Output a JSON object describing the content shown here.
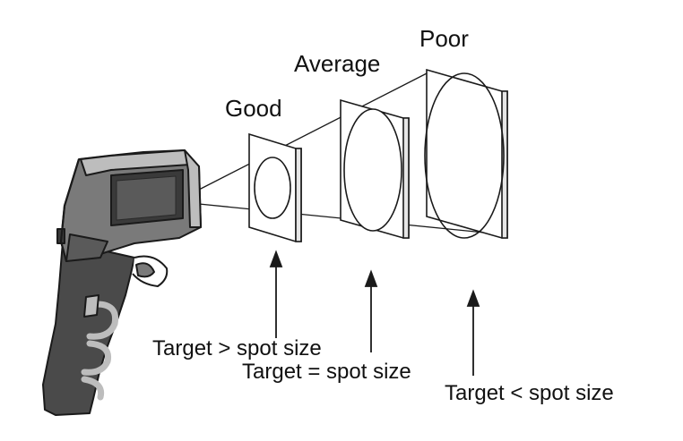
{
  "diagram": {
    "quality_labels": {
      "good": "Good",
      "average": "Average",
      "poor": "Poor"
    },
    "target_labels": {
      "greater": "Target > spot size",
      "equal": "Target = spot size",
      "less": "Target < spot size"
    },
    "colors": {
      "stroke": "#1a1a1a",
      "gun_dark": "#3a3a3a",
      "gun_mid": "#7a7a7a",
      "gun_light": "#bdbdbd",
      "panel_fill": "#ffffff",
      "background": "#ffffff"
    }
  }
}
